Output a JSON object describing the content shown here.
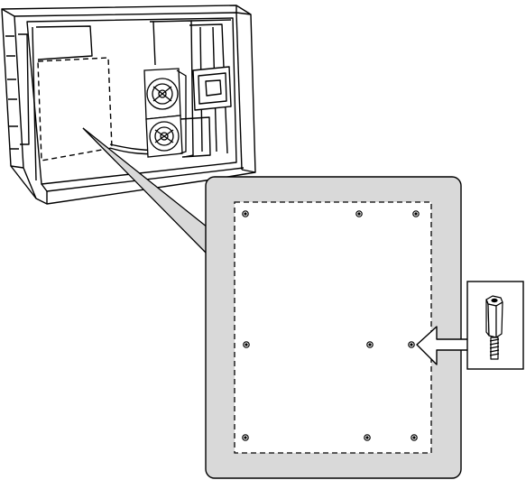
{
  "figure": {
    "subject": "chassis-side-panel-removed-motherboard-standoff-locations",
    "colors": {
      "line": "#000000",
      "panel_fill": "#d9d9d9",
      "inner_fill": "#ffffff",
      "background": "#ffffff"
    },
    "standoff_count": 9,
    "highlighted_standoff": "middle-right",
    "icons": [
      "chassis-icon",
      "system-fan-icon",
      "standoff-icon",
      "pointer-arrow-icon"
    ]
  }
}
